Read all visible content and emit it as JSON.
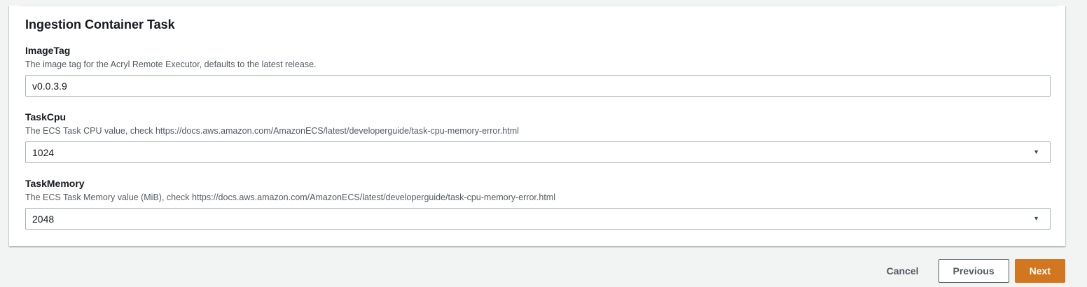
{
  "section": {
    "title": "Ingestion Container Task"
  },
  "form": {
    "fields": [
      {
        "label": "ImageTag",
        "description": "The image tag for the Acryl Remote Executor, defaults to the latest release.",
        "value": "v0.0.3.9",
        "type": "text"
      },
      {
        "label": "TaskCpu",
        "description": "The ECS Task CPU value, check https://docs.aws.amazon.com/AmazonECS/latest/developerguide/task-cpu-memory-error.html",
        "value": "1024",
        "type": "select"
      },
      {
        "label": "TaskMemory",
        "description": "The ECS Task Memory value (MiB), check https://docs.aws.amazon.com/AmazonECS/latest/developerguide/task-cpu-memory-error.html",
        "value": "2048",
        "type": "select"
      }
    ]
  },
  "footer": {
    "cancel_label": "Cancel",
    "previous_label": "Previous",
    "next_label": "Next"
  },
  "icons": {
    "caret_down": "▼"
  },
  "colors": {
    "page_background": "#f2f3f3",
    "card_background": "#ffffff",
    "divider": "#eaeded",
    "input_border": "#aab7b8",
    "text_primary": "#16191f",
    "text_secondary": "#545b64",
    "primary_button": "#d2771f"
  }
}
